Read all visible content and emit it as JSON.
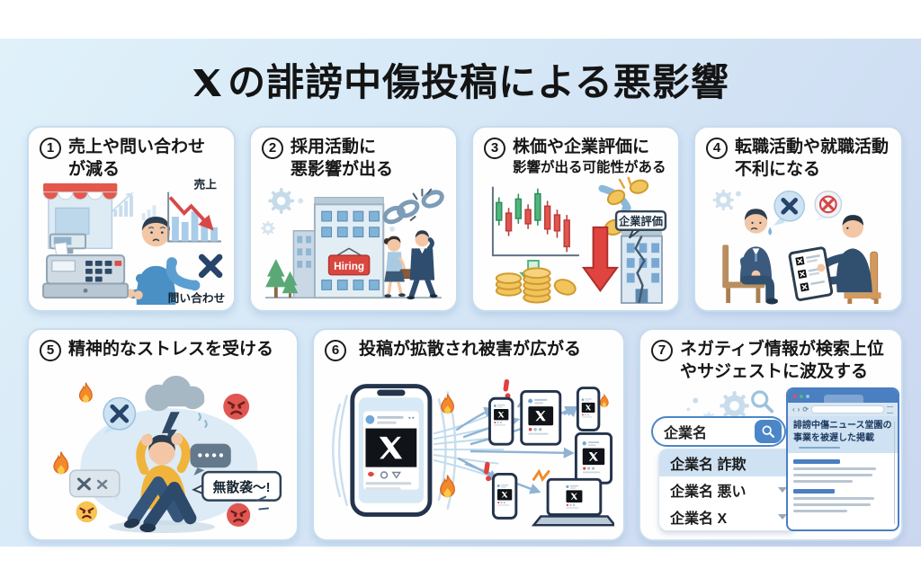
{
  "header": {
    "title": "の誹謗中傷投稿による悪影響",
    "brand_icon": "x-logo"
  },
  "cards": [
    {
      "num": "1",
      "line1": "売上や問い合わせ",
      "line2": "が減る",
      "labels": {
        "sales": "売上",
        "inquiry": "問い合わせ"
      }
    },
    {
      "num": "2",
      "line1": "採用活動に",
      "line2": "悪影響が出る",
      "labels": {
        "hiring": "Hiring"
      }
    },
    {
      "num": "3",
      "line1": "株価や企業評価に",
      "line2": "影響が出る可能性がある",
      "labels": {
        "rating": "企業評価"
      }
    },
    {
      "num": "4",
      "line1": "転職活動や就職活動",
      "line2": "不利になる"
    },
    {
      "num": "5",
      "line1": "精神的なストレスを受ける",
      "labels": {
        "bubble": "無散袭～!"
      }
    },
    {
      "num": "6",
      "line1": "投稿が拡散され被害が広がる"
    },
    {
      "num": "7",
      "line1": "ネガティブ情報が検索上位",
      "line2": "やサジェストに波及する",
      "search": {
        "query": "企業名",
        "suggestions": [
          "企業名 詐欺",
          "企業名 悪い",
          "企業名 X"
        ]
      },
      "browser": {
        "headline1": "誹謗中傷ニュース堂園の",
        "headline2": "事業を被遅した掲載"
      }
    }
  ],
  "colors": {
    "band_blue": "#d5e7f6",
    "card_border": "#c8dcee",
    "accent_blue": "#4a7fc1",
    "alert_red": "#d64545",
    "coin_gold": "#f2c45c",
    "flame_orange": "#f08a2c"
  }
}
